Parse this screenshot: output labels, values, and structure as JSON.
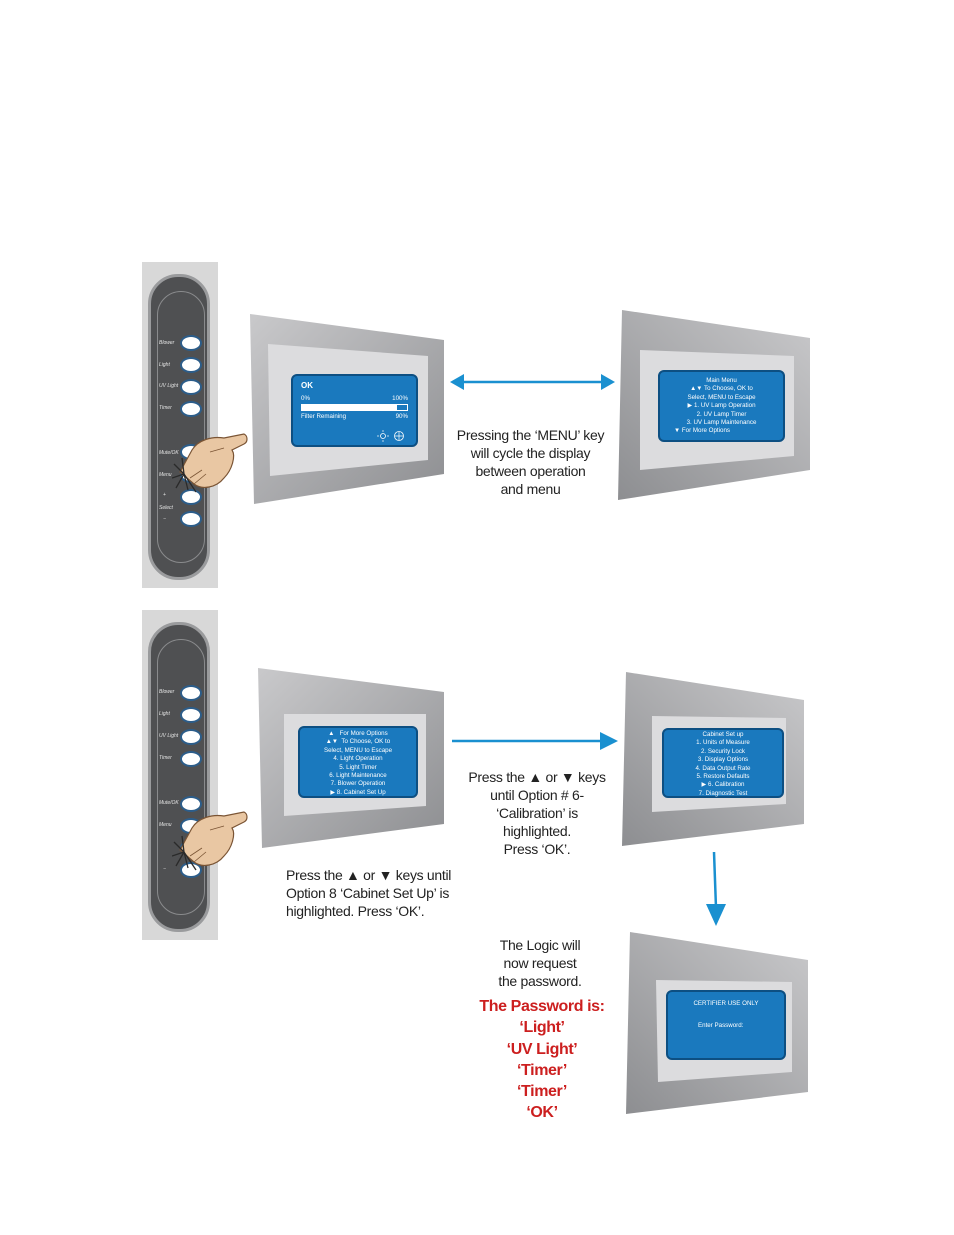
{
  "keypad": {
    "buttons_top": [
      "Blower",
      "Light",
      "UV Light",
      "Timer"
    ],
    "buttons_bottom": [
      "Mute/OK",
      "Menu",
      "+",
      "Select",
      "−"
    ]
  },
  "screen_operation": {
    "title": "OK",
    "pct_start": "0%",
    "pct_end": "100%",
    "filter_label": "Filter Remaining",
    "filter_value": "90%",
    "filter_fill": 0.9
  },
  "screen_main_menu": {
    "lines": [
      "Main Menu",
      "▲▼ To Choose, OK to",
      "Select, MENU to Escape",
      "▶ 1. UV Lamp Operation",
      "2. UV Lamp Timer",
      "3. UV Lamp Maintenance",
      "▼ For More Options"
    ]
  },
  "screen_more_options": {
    "lines": [
      "▲   For More Options",
      "▲▼  To Choose, OK to",
      "Select, MENU to Escape",
      "4. Light Operation",
      "5. Light Timer",
      "6. Light Maintenance",
      "7. Blower Operation",
      "▶ 8. Cabinet Set Up"
    ]
  },
  "screen_cabinet_setup": {
    "lines": [
      "Cabinet Set up",
      "1. Units of Measure",
      "2. Security Lock",
      "3. Display Options",
      "4. Data Output Rate",
      "5. Restore Defaults",
      "▶ 6. Calibration",
      "7. Diagnostic Test"
    ]
  },
  "screen_password": {
    "title": "CERTIFIER USE ONLY",
    "prompt": "Enter Password:"
  },
  "captions": {
    "menu_cycle": [
      "Pressing the ‘MENU’ key",
      "will cycle the display",
      "between operation",
      "and menu"
    ],
    "option6": [
      "Press the ▲ or ▼ keys",
      "until Option # 6-",
      "‘Calibration’ is",
      "highlighted.",
      "Press ‘OK’."
    ],
    "option8": [
      "Press the ▲ or ▼ keys until",
      "Option 8 ‘Cabinet Set Up’ is",
      "highlighted. Press ‘OK’."
    ],
    "logic": [
      "The Logic will",
      "now request",
      "the password."
    ]
  },
  "password": {
    "heading": "The Password is:",
    "sequence": [
      "‘Light’",
      "‘UV Light’",
      "‘Timer’",
      "‘Timer’",
      "‘OK’"
    ]
  },
  "colors": {
    "lcd_blue": "#1a79be",
    "arrow_blue": "#1a90d0",
    "password_red": "#cc1f1f"
  }
}
